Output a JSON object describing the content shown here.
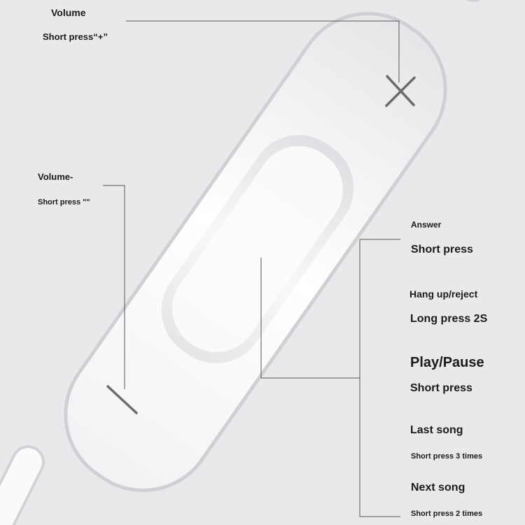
{
  "labels": {
    "volume_up_title": "Volume",
    "volume_up_desc": "Short press“+”",
    "volume_down_title": "Volume-",
    "volume_down_desc": "Short press \"\"",
    "answer_title": "Answer",
    "answer_desc": "Short press",
    "hangup_title": "Hang up/reject",
    "hangup_desc": "Long press 2S",
    "playpause_title": "Play/Pause",
    "playpause_desc": "Short press",
    "last_title": "Last song",
    "last_desc": "Short press 3 times",
    "next_title": "Next song",
    "next_desc": "Short press 2 times"
  },
  "colors": {
    "background": "#e9e9eb",
    "body": "#fbfbfc",
    "text": "#1a1a1a",
    "leader_line": "#555555",
    "symbol": "#6b6b6b"
  }
}
